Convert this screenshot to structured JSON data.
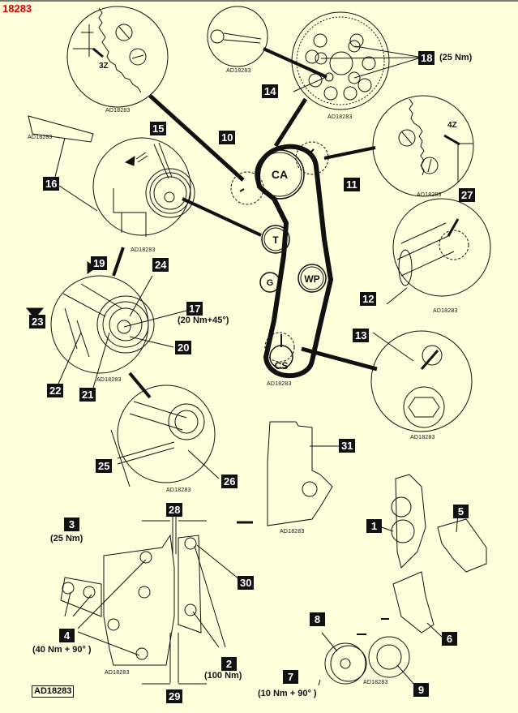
{
  "title": "18283",
  "reference_box": "AD18283",
  "ad_code": "AD18283",
  "colors": {
    "background": "#FFFFDC",
    "title": "#E00000",
    "label_bg": "#111111",
    "label_text": "#FFFFFF"
  },
  "pulleys": {
    "camshaft": "CA",
    "tensioner": "T",
    "guide": "G",
    "water_pump": "WP",
    "crankshaft": "CS"
  },
  "callouts": {
    "l1": "1",
    "l2": "2",
    "l3": "3",
    "l4": "4",
    "l5": "5",
    "l6": "6",
    "l7": "7",
    "l8": "8",
    "l9": "9",
    "l10": "10",
    "l11": "11",
    "l12": "12",
    "l13": "13",
    "l14": "14",
    "l15": "15",
    "l16": "16",
    "l17": "17",
    "l18": "18",
    "l19": "19",
    "l20": "20",
    "l21": "21",
    "l22": "22",
    "l23": "23",
    "l24": "24",
    "l25": "25",
    "l26": "26",
    "l27": "27",
    "l28": "28",
    "l29": "29",
    "l30": "30",
    "l31": "31"
  },
  "torques": {
    "t18": "(25 Nm)",
    "t17": "(20 Nm+45°)",
    "t3": "(25 Nm)",
    "t4": "(40 Nm + 90° )",
    "t2": "(100 Nm)",
    "t7": "(10 Nm + 90° )"
  },
  "timing_marks": {
    "cam_tooth_mark": "3Z",
    "cam_tooth_mark_2": "4Z"
  }
}
